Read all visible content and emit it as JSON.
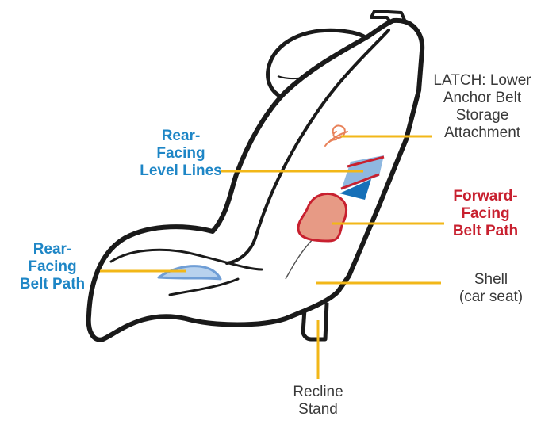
{
  "labels": {
    "latch": [
      "LATCH: Lower",
      "Anchor Belt",
      "Storage",
      "Attachment"
    ],
    "rear_level": [
      "Rear-",
      "Facing",
      "Level Lines"
    ],
    "forward_belt": [
      "Forward-",
      "Facing",
      "Belt Path"
    ],
    "rear_belt": [
      "Rear-",
      "Facing",
      "Belt Path"
    ],
    "shell": [
      "Shell",
      "(car seat)"
    ],
    "recline": [
      "Recline",
      "Stand"
    ]
  },
  "colors": {
    "rear_facing_label": "#1e86c6",
    "forward_facing_label": "#c8202f",
    "plain_label": "#3a3a3a",
    "leader_line": "#f2b718",
    "seat_outline": "#1a1a1a",
    "belt_path_fill": "#e79a85",
    "belt_path_stroke": "#c8202f",
    "level_indicator_light": "#8fb8e0",
    "level_indicator_dark": "#1670b8",
    "rear_belt_fill": "#b8d2ee",
    "rear_belt_stroke": "#6f9ed6",
    "latch_clip": "#e8825a"
  }
}
